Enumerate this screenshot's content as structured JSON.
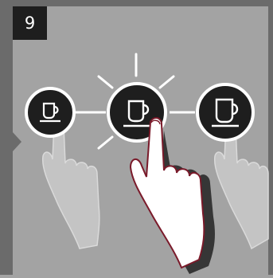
{
  "step": {
    "number": "9"
  },
  "colors": {
    "background": "#a3a3a3",
    "frame": "#6b6b6b",
    "button": "#1e1e1e",
    "icon": "#ffffff",
    "highlight": "#ffffff",
    "hand_outline": "#7a1a2a",
    "hand_fill_faded": "#c4c4c4"
  },
  "buttons": [
    {
      "icon": "small-cup-icon",
      "state": "inactive"
    },
    {
      "icon": "medium-cup-icon",
      "state": "pressed"
    },
    {
      "icon": "large-cup-icon",
      "state": "inactive"
    }
  ]
}
